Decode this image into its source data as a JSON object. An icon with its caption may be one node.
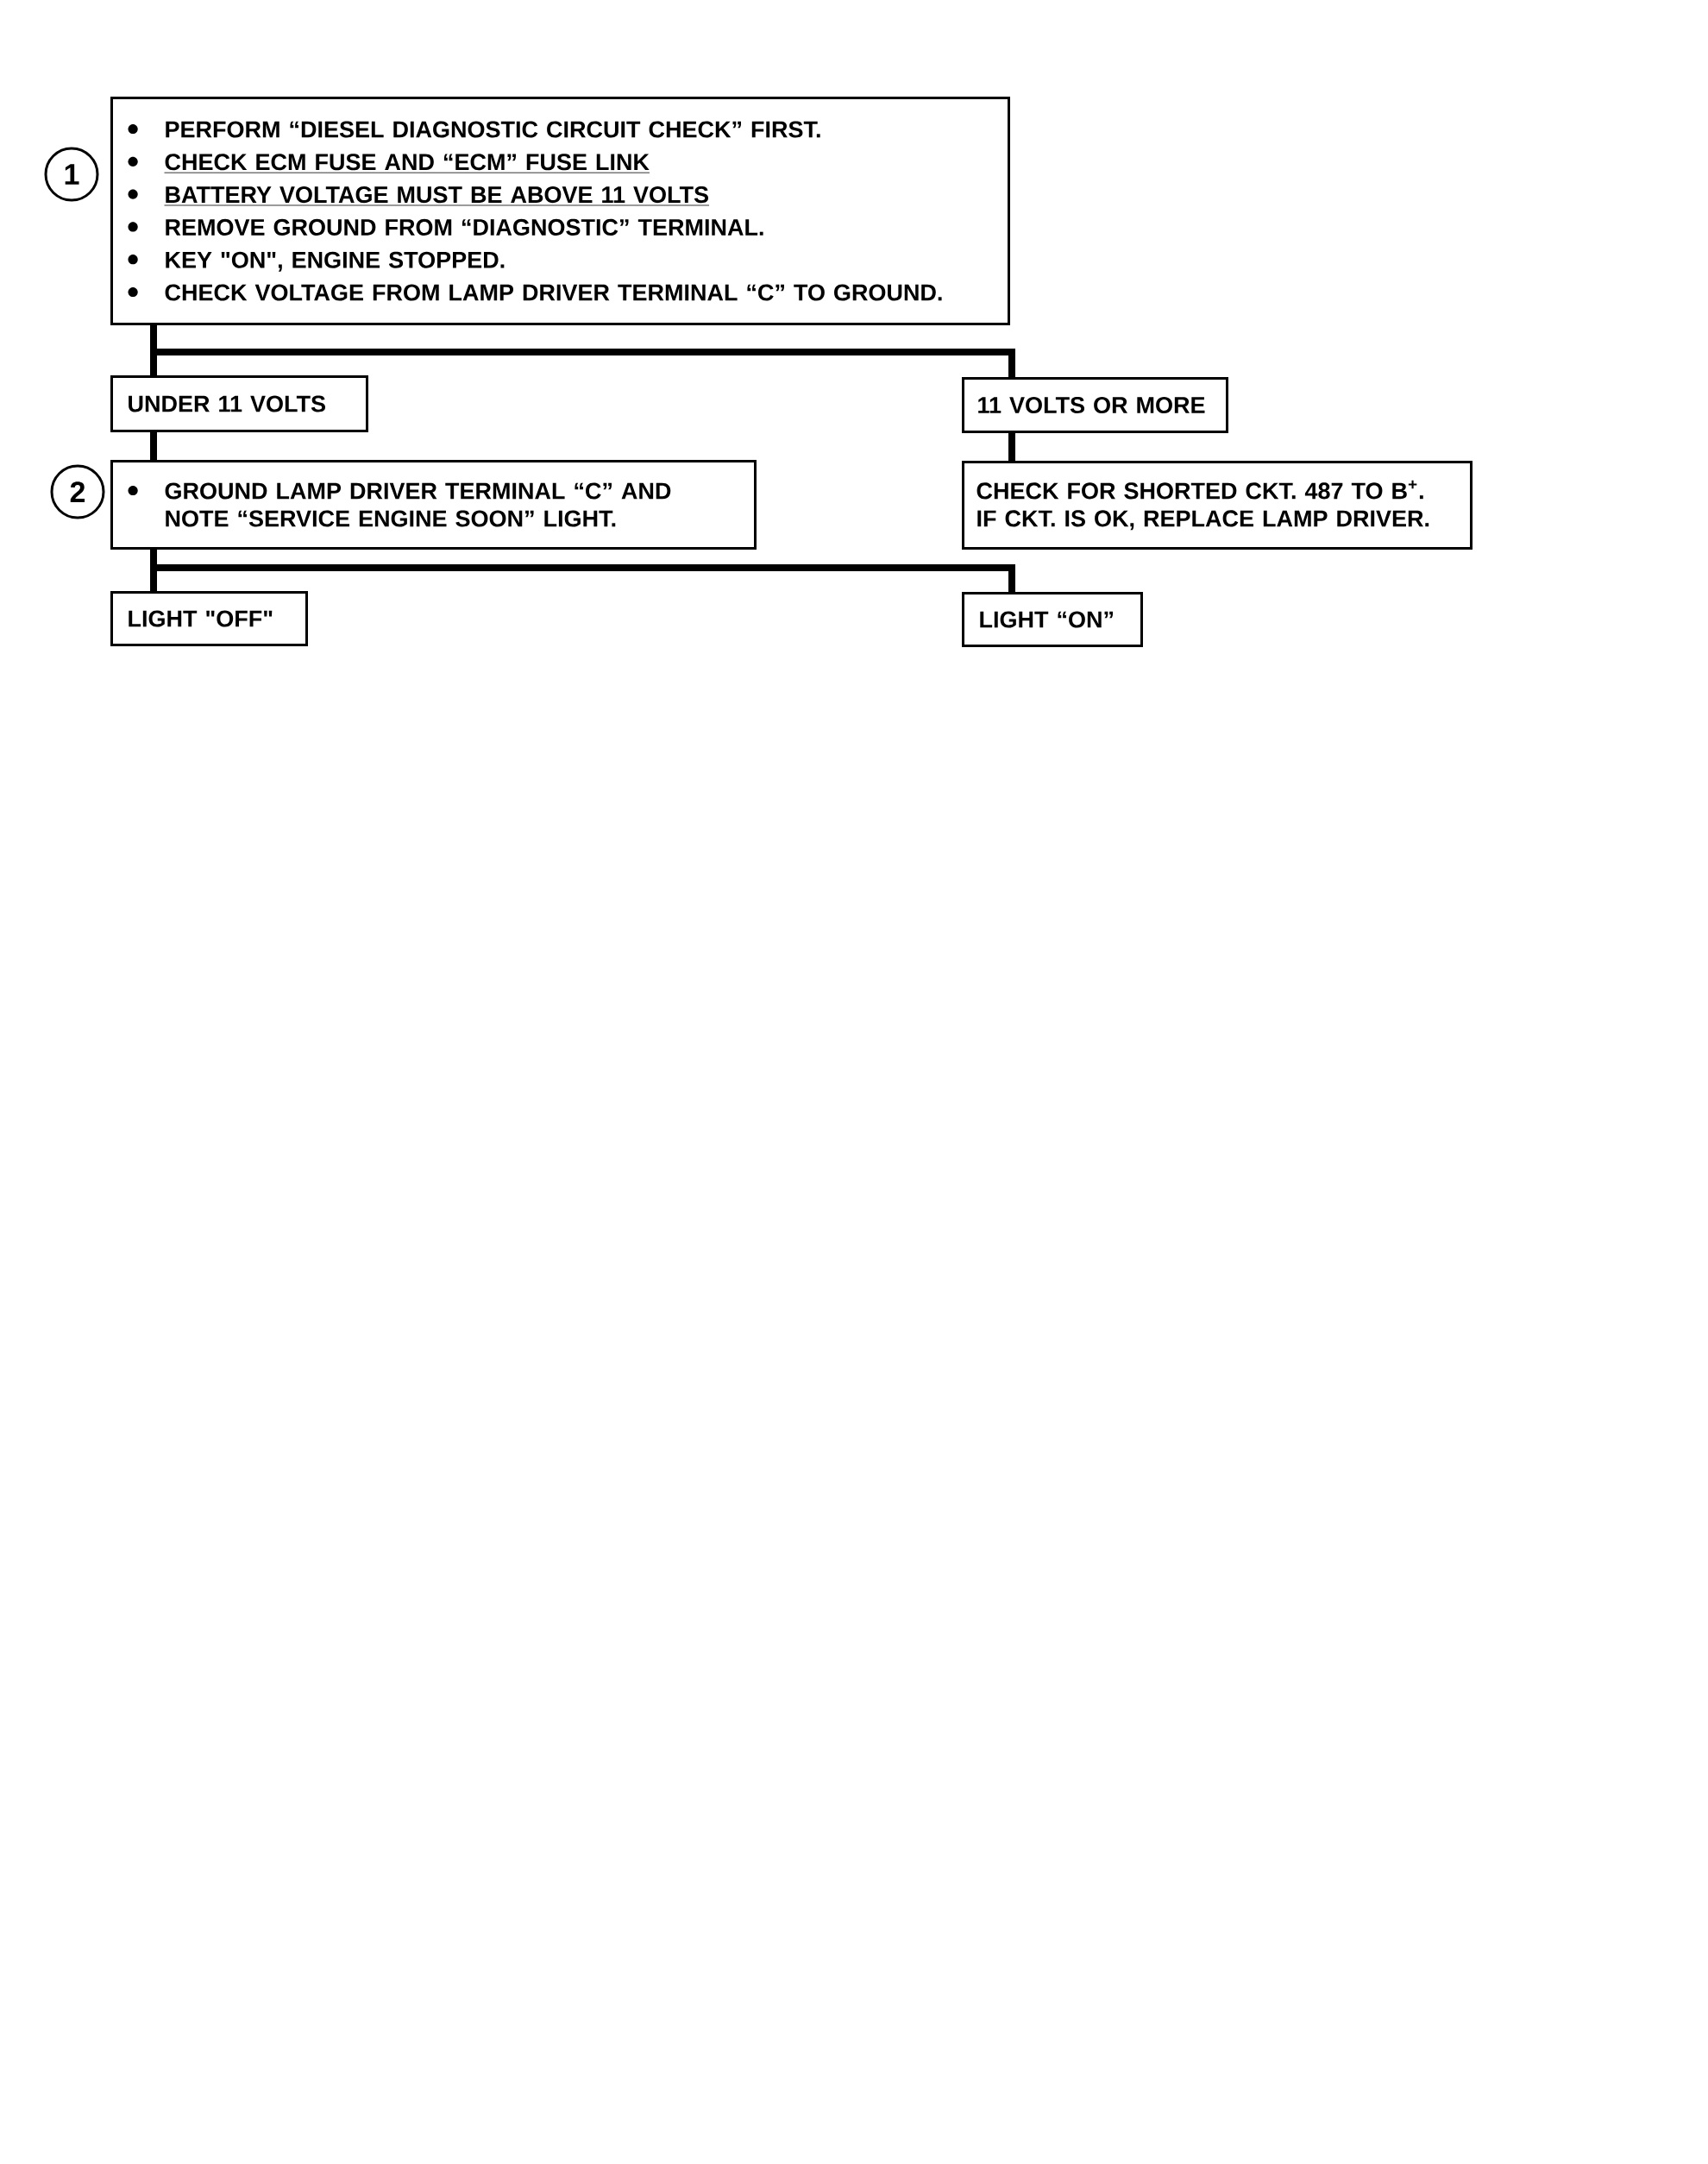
{
  "diagram": {
    "nodes": [
      {
        "text": [
          "PERFORM “DIESEL DIAGNOSTIC CIRCUIT CHECK” FIRST.",
          "CHECK ECM FUSE AND “ECM” FUSE LINK",
          "BATTERY VOLTAGE MUST BE ABOVE 11 VOLTS",
          "REMOVE GROUND FROM “DIAGNOSTIC” TERMINAL.",
          "KEY \"ON\", ENGINE STOPPED.",
          "CHECK VOLTAGE FROM LAMP DRIVER TERMINAL “C” TO GROUND."
        ],
        "beside": [
          "1"
        ]
      },
      {
        "text": [
          "UNDER 11 VOLTS"
        ]
      },
      {
        "text": [
          "11 VOLTS OR MORE"
        ]
      },
      {
        "text": [
          "GROUND LAMP DRIVER TERMINAL “C” AND NOTE “SERVICE ENGINE SOON” LIGHT."
        ],
        "beside": [
          "2"
        ]
      },
      {
        "text": [
          "CHECK FOR SHORTED CKT. 487 TO B$^{+}$. IF CKT. IS OK, REPLACE LAMP DRIVER."
        ]
      },
      {
        "text": [
          "LIGHT \"OFF\""
        ]
      },
      {
        "text": [
          "LIGHT “ON”"
        ]
      }
    ],
    "edges": [
      {
        "from": 0,
        "to": 1,
        "arrow": "none"
      },
      {
        "from": 0,
        "to": 2,
        "arrow": "none"
      },
      {
        "from": 1,
        "to": 3,
        "arrow": "none"
      },
      {
        "from": 2,
        "to": 4,
        "arrow": "none"
      },
      {
        "from": 3,
        "to": 5,
        "arrow": "none"
      },
      {
        "from": 3,
        "to": 6,
        "arrow": "none"
      }
    ]
  }
}
